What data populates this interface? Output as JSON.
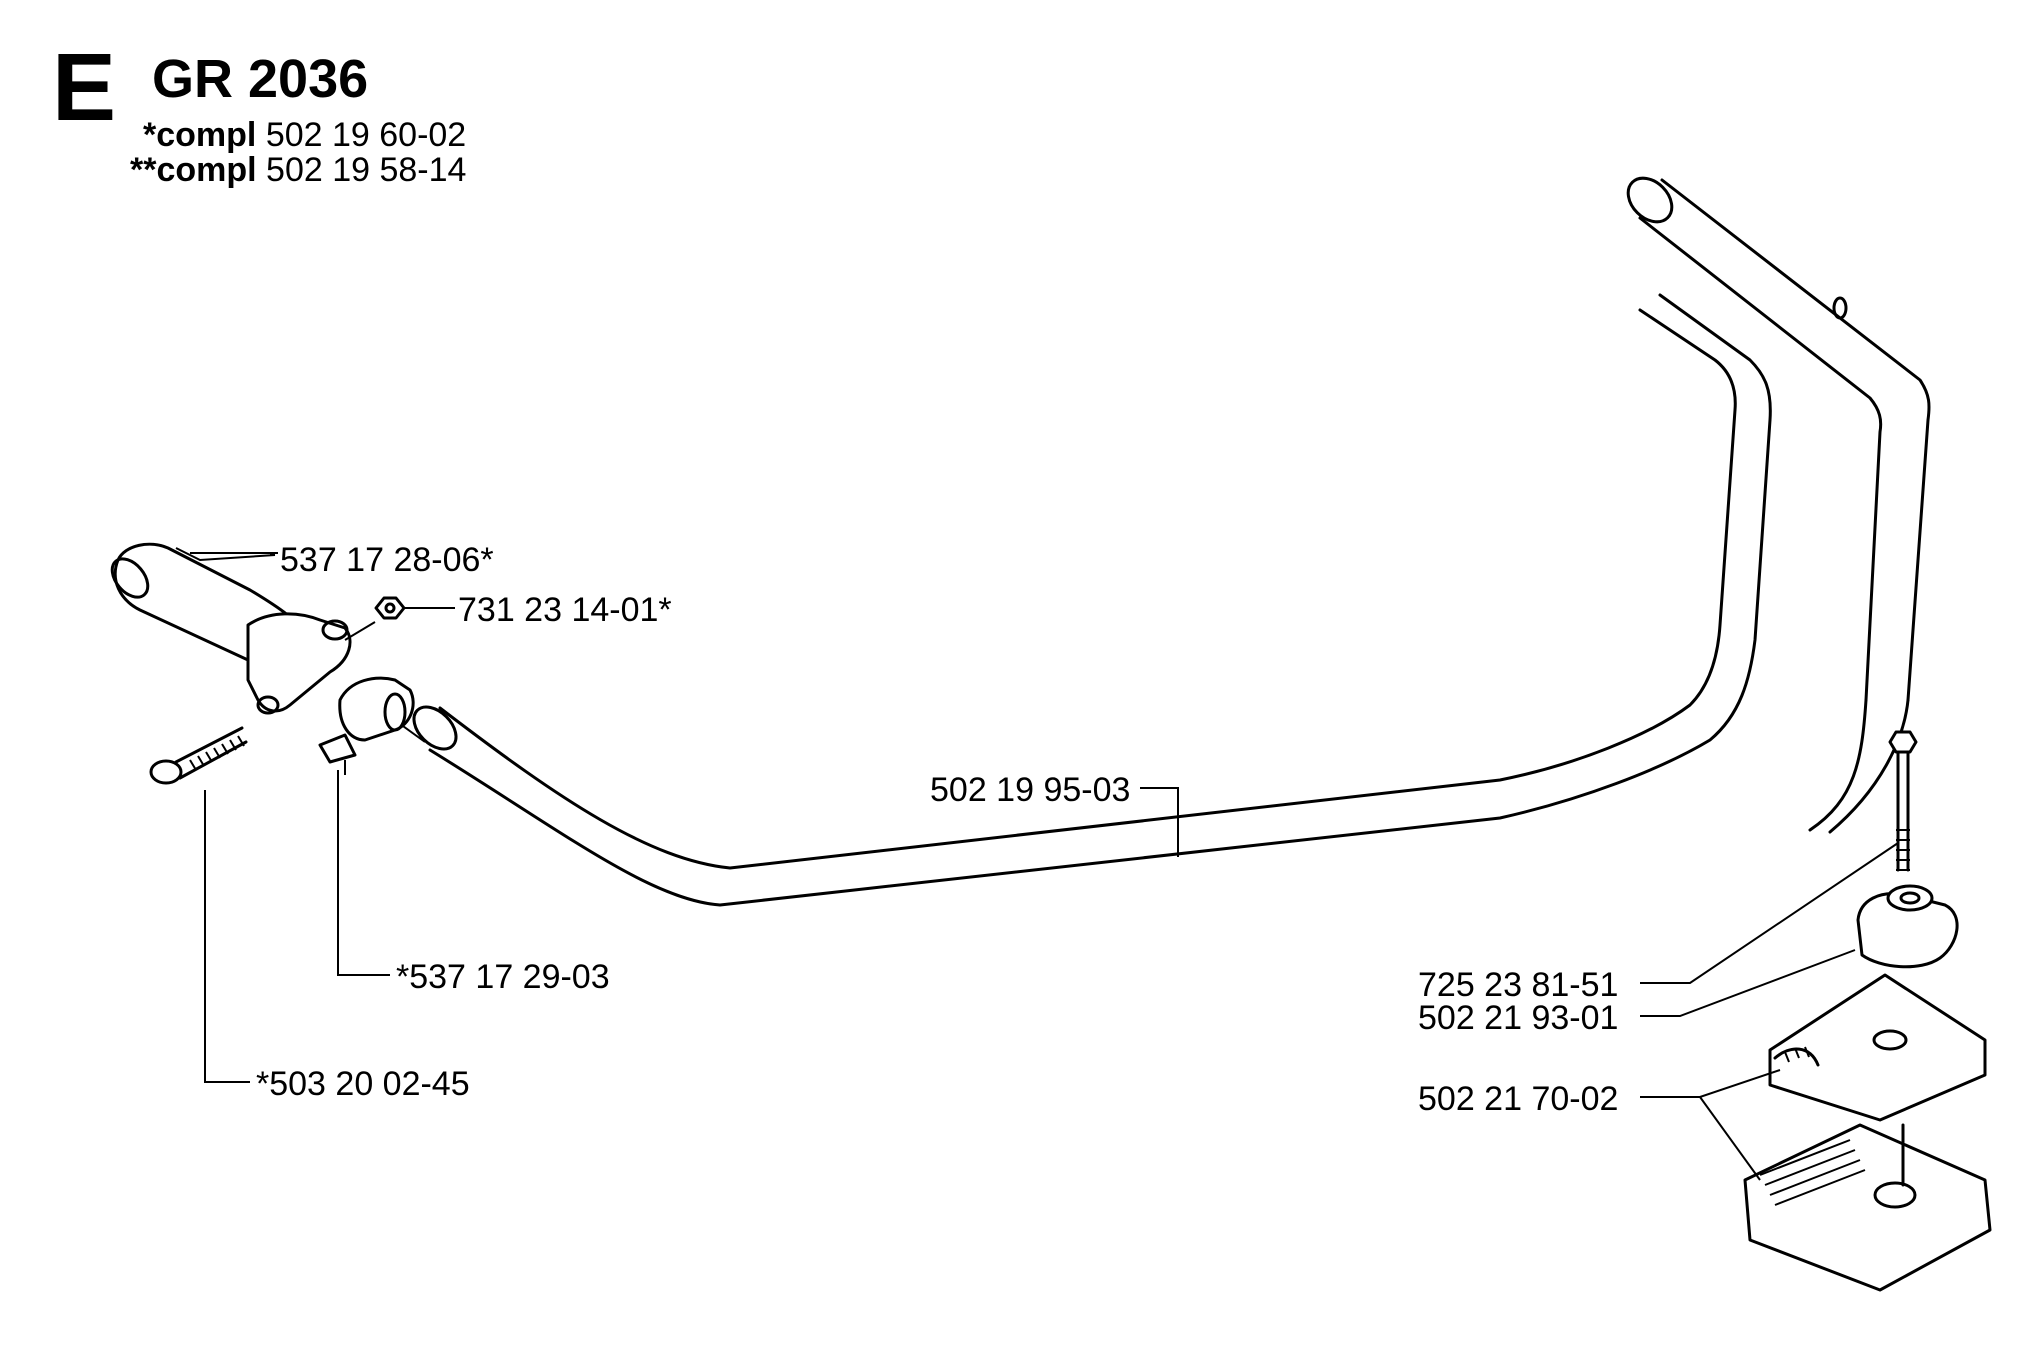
{
  "header": {
    "section_letter": "E",
    "model": "GR 2036",
    "compl": [
      {
        "prefix": "*compl",
        "number": "502 19 60-02"
      },
      {
        "prefix": "**compl",
        "number": "502 19 58-14"
      }
    ]
  },
  "parts": {
    "grip": "537 17 28-06*",
    "nut": "731 23 14-01*",
    "clamp": "*537 17 29-03",
    "screw": "*503 20 02-45",
    "handlebar": "502 19 95-03",
    "bolt": "725 23 81-51",
    "wing_knob": "502 21 93-01",
    "bracket": "502 21 70-02"
  }
}
